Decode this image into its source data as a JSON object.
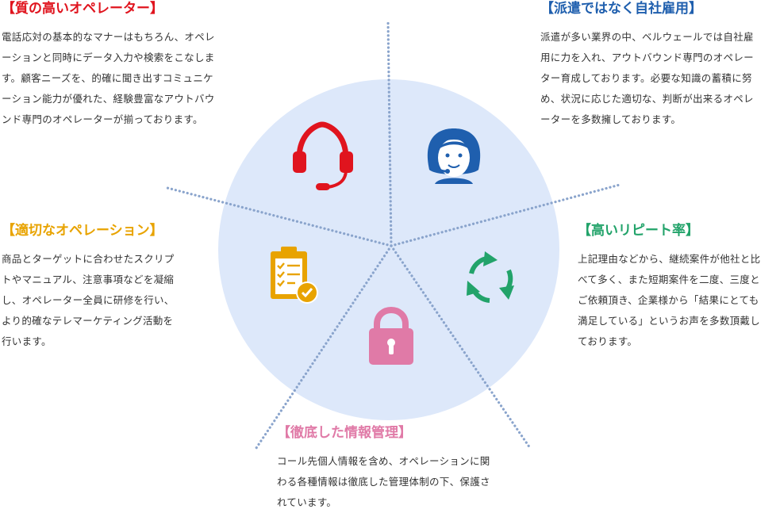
{
  "colors": {
    "circle": "#dde8fa",
    "dots": "#8aa4cc",
    "quality": "#e0141e",
    "staff": "#1f5fae",
    "ops": "#e8a300",
    "repeat": "#22a36a",
    "security": "#e07aa7"
  },
  "blocks": {
    "quality": {
      "title": "【質の高いオペレーター】",
      "lines": [
        "電話応対の基本的なマナーはもちろん、オペレ",
        "ーションと同時にデータ入力や検索をこなしま",
        "す。顧客ニーズを、的確に聞き出すコミュニケ",
        "ーション能力が優れた、経験豊富なアウトバウ",
        "ンド専門のオペレーターが揃っております。"
      ],
      "icon": "headset-icon"
    },
    "staff": {
      "title": "【派遣ではなく自社雇用】",
      "lines": [
        "派遣が多い業界の中、ベルウェールでは自社雇",
        "用に力を入れ、アウトバウンド専門のオペレー",
        "ター育成しております。必要な知識の蓄積に努",
        "め、状況に応じた適切な、判断が出来るオペレ",
        "ーターを多数擁しております。"
      ],
      "icon": "operator-woman-icon"
    },
    "ops": {
      "title": "【適切なオペレーション】",
      "lines": [
        "商品とターゲットに合わせたスクリプ",
        "トやマニュアル、注意事項などを凝縮",
        "し、オペレーター全員に研修を行い、",
        "より的確なテレマーケティング活動を",
        "行います。"
      ],
      "icon": "clipboard-check-icon"
    },
    "repeat": {
      "title": "【高いリピート率】",
      "lines": [
        "上記理由などから、継続案件が他社と比",
        "べて多く、また短期案件を二度、三度と",
        "ご依頼頂き、企業様から「結果にとても",
        "満足している」というお声を多数頂戴し",
        "ております。"
      ],
      "icon": "recycle-arrows-icon"
    },
    "security": {
      "title": "【徹底した情報管理】",
      "lines": [
        "コール先個人情報を含め、オペレーションに関",
        "わる各種情報は徹底した管理体制の下、保護さ",
        "れています。"
      ],
      "icon": "padlock-icon"
    }
  }
}
